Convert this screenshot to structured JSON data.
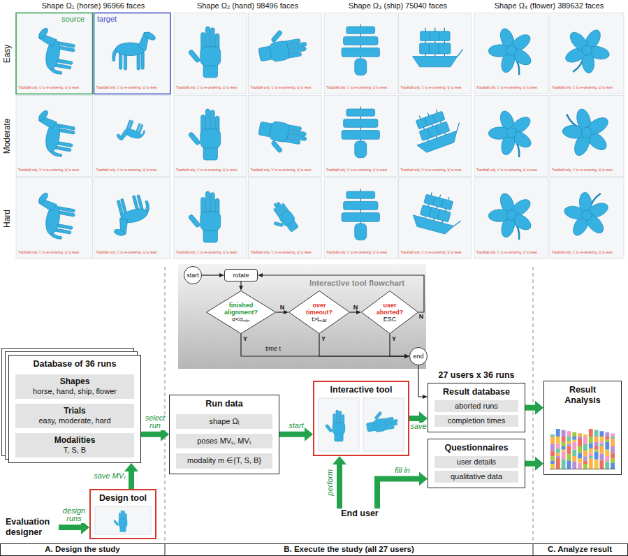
{
  "diagram": {
    "nodes": [
      {
        "text": [
          "Interactive tool flowchart"
        ]
      },
      {
        "text": [
          "start"
        ],
        "in": 0
      },
      {
        "text": [
          "rotate"
        ],
        "in": 0
      },
      {
        "text": [
          "finished alignment?",
          "α<αₘᵢₙ"
        ],
        "in": 0
      },
      {
        "text": [
          "over timeout?",
          "t>tₘₐₓ"
        ],
        "in": 0
      },
      {
        "text": [
          "user aborted?",
          "ESC"
        ],
        "in": 0
      },
      {
        "text": [
          "end"
        ],
        "in": 0
      },
      {
        "text": [
          "Database of 36 runs"
        ]
      },
      {
        "text": [
          "Shapes",
          "horse, hand, ship, flower"
        ],
        "in": 7
      },
      {
        "text": [
          "Trials",
          "easy, moderate, hard"
        ],
        "in": 7
      },
      {
        "text": [
          "Modalities",
          "T, S, B"
        ],
        "in": 7
      },
      {
        "text": [
          "Run data"
        ]
      },
      {
        "text": [
          "shape Ωᵢ"
        ],
        "in": 11
      },
      {
        "text": [
          "poses MVₛ, MVₜ"
        ],
        "in": 11
      },
      {
        "text": [
          "modality m ∈{T, S, B}"
        ],
        "in": 11
      },
      {
        "text": [
          "Interactive tool"
        ]
      },
      {
        "text": [
          "27 users x 36 runs",
          "Result database"
        ]
      },
      {
        "text": [
          "aborted runs"
        ],
        "in": 16
      },
      {
        "text": [
          "completion times"
        ],
        "in": 16
      },
      {
        "text": [
          "Result Analysis"
        ]
      },
      {
        "text": [
          "Questionnaires"
        ]
      },
      {
        "text": [
          "user details"
        ],
        "in": 20
      },
      {
        "text": [
          "qualitative data"
        ],
        "in": 20
      },
      {
        "text": [
          "Design tool"
        ]
      },
      {
        "text": [
          "Evaluation designer"
        ]
      },
      {
        "text": [
          "End user"
        ]
      }
    ],
    "edges": [
      {
        "from": 1,
        "to": 2,
        "arrow": "to"
      },
      {
        "from": 2,
        "to": 3,
        "arrow": "to"
      },
      {
        "from": 3,
        "to": 4,
        "label": "N",
        "arrow": "to"
      },
      {
        "from": 4,
        "to": 5,
        "label": "N",
        "arrow": "to"
      },
      {
        "from": 5,
        "to": 2,
        "label": "N",
        "arrow": "to"
      },
      {
        "from": 3,
        "to": 6,
        "label": "Y",
        "arrow": "to"
      },
      {
        "from": 4,
        "to": 6,
        "label": "Y",
        "arrow": "to"
      },
      {
        "from": 5,
        "to": 6,
        "label": "Y",
        "arrow": "to"
      },
      {
        "from": 6,
        "to": 16,
        "arrow": "to"
      },
      {
        "from": 24,
        "to": 23,
        "label": "design runs",
        "arrow": "to"
      },
      {
        "from": 23,
        "to": 7,
        "label": "save MVₜ",
        "arrow": "to"
      },
      {
        "from": 7,
        "to": 11,
        "label": "select run",
        "arrow": "to"
      },
      {
        "from": 11,
        "to": 15,
        "label": "start",
        "arrow": "to"
      },
      {
        "from": 15,
        "to": 16,
        "label": "save",
        "arrow": "to"
      },
      {
        "from": 25,
        "to": 15,
        "label": "perform",
        "arrow": "to"
      },
      {
        "from": 25,
        "to": 20,
        "label": "fill in",
        "arrow": "to"
      },
      {
        "from": 16,
        "to": 19,
        "arrow": "to"
      },
      {
        "from": 20,
        "to": 19,
        "arrow": "to"
      }
    ],
    "labels": [
      "Shape Ω₁ (horse) 96966 faces",
      "Shape Ω₂ (hand) 98496 faces",
      "Shape Ω₃ (ship) 75040 faces",
      "Shape Ω₄ (flower) 389632 faces",
      "source",
      "target",
      "Easy",
      "Moderate",
      "Hard",
      "Trackball only, 'c' to re-centering, 'q' to reset",
      "Trackball only, 'c' to re-centering, 'q' to reset",
      "Trackball only, 'c' to re-centering, 'q' to reset",
      "Trackball only, 'c' to re-centering, 'q' to reset",
      "Trackball only, 'c' to re-centering, 'q' to reset",
      "Trackball only, 'c' to re-centering, 'q' to reset",
      "Trackball only, 'c' to re-centering, 'q' to reset",
      "Trackball only, 'c' to re-centering, 'q' to reset",
      "Trackball only, 'c' to re-centering, 'q' to reset",
      "Trackball only, 'c' to re-centering, 'q' to reset",
      "Trackball only, 'c' to re-centering, 'q' to reset",
      "Trackball only, 'c' to re-centering, 'q' to reset",
      "Trackball only, 'c' to re-centering, 'q' to reset",
      "Trackball only, 'c' to re-centering, 'q' to reset",
      "Trackball only, 'c' to re-centering, 'q' to reset",
      "Trackball only, 'c' to re-centering, 'q' to reset",
      "Trackball only, 'c' to re-centering, 'q' to reset",
      "Trackball only, 'c' to re-centering, 'q' to reset",
      "Trackball only, 'c' to re-centering, 'q' to reset",
      "Trackball only, 'c' to re-centering, 'q' to reset",
      "Trackball only, 'c' to re-centering, 'q' to reset",
      "Trackball only, 'c' to re-centering, 'q' to reset",
      "Trackball only, 'c' to re-centering, 'q' to reset",
      "Trackball only, 'c' to re-centering, 'q' to reset",
      "time t",
      "A. Design the study",
      "B. Execute the study (all 27 users)",
      "C. Analyze result"
    ]
  }
}
